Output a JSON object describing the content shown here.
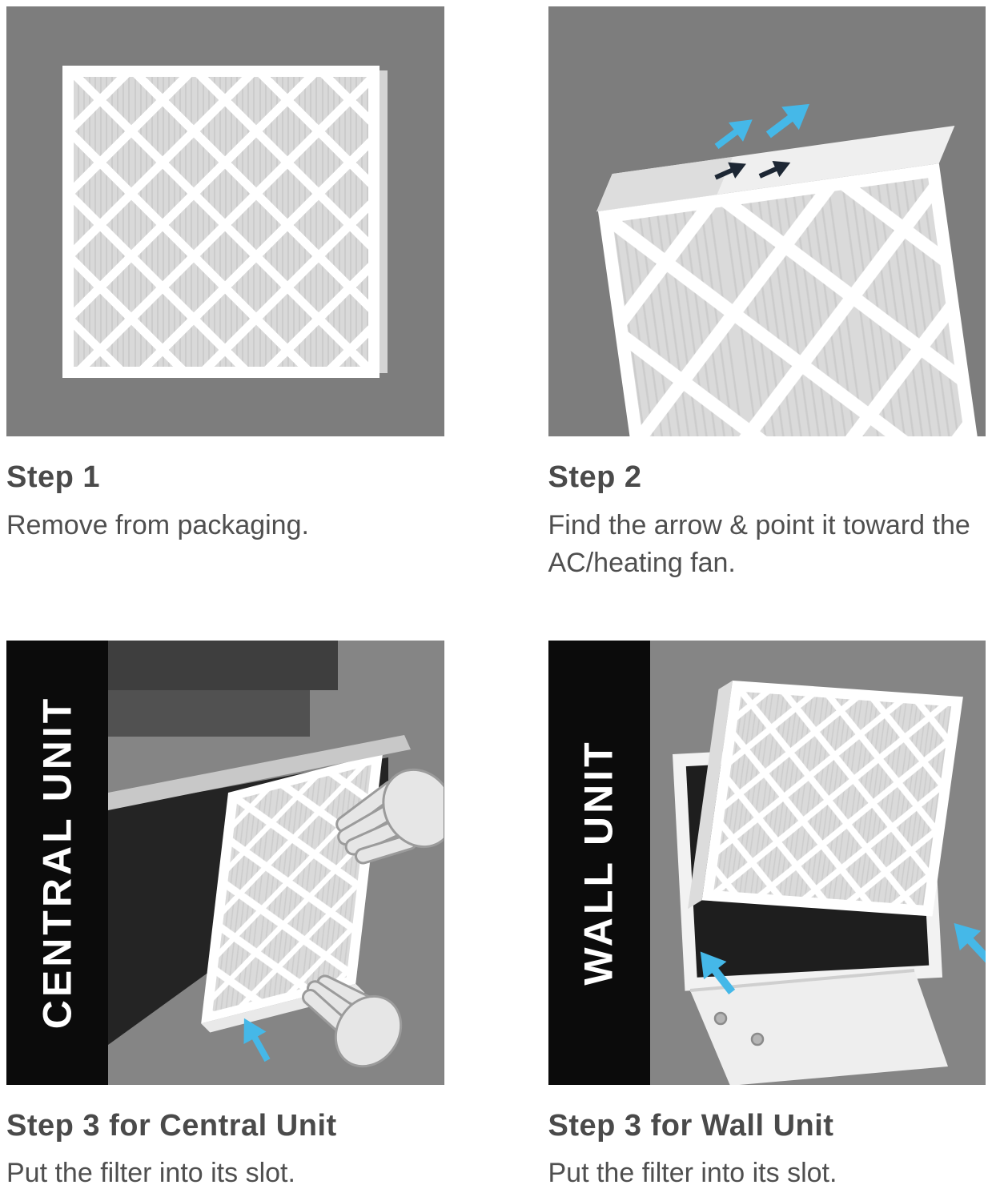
{
  "palette": {
    "page_background": "#ffffff",
    "panel_gray": "#7d7d7d",
    "illustration_gray": "#858585",
    "band_black": "#0b0b0b",
    "band_text": "#ffffff",
    "heading_text": "#4a4a4a",
    "body_text": "#4f4f4f",
    "filter_frame": "#ffffff",
    "filter_media": "#d9d9d9",
    "airflow_arrow_blue": "#45b8e8",
    "orientation_arrow_dark": "#1d2734"
  },
  "icons": {
    "airflow-arrow-icon": "➤",
    "orientation-arrow-icon": "➤",
    "insert-arrow-icon": "➤",
    "screw-icon": "●"
  },
  "steps": [
    {
      "title": "Step 1",
      "description": "Remove from packaging.",
      "band_label": ""
    },
    {
      "title": "Step 2",
      "description": "Find the arrow & point it toward the AC/heating fan.",
      "band_label": ""
    },
    {
      "title": "Step 3 for Central Unit",
      "description": "Put the filter into its slot.",
      "band_label": "CENTRAL UNIT"
    },
    {
      "title": "Step 3 for Wall Unit",
      "description": "Put the filter into its slot.",
      "band_label": "WALL UNIT"
    }
  ]
}
